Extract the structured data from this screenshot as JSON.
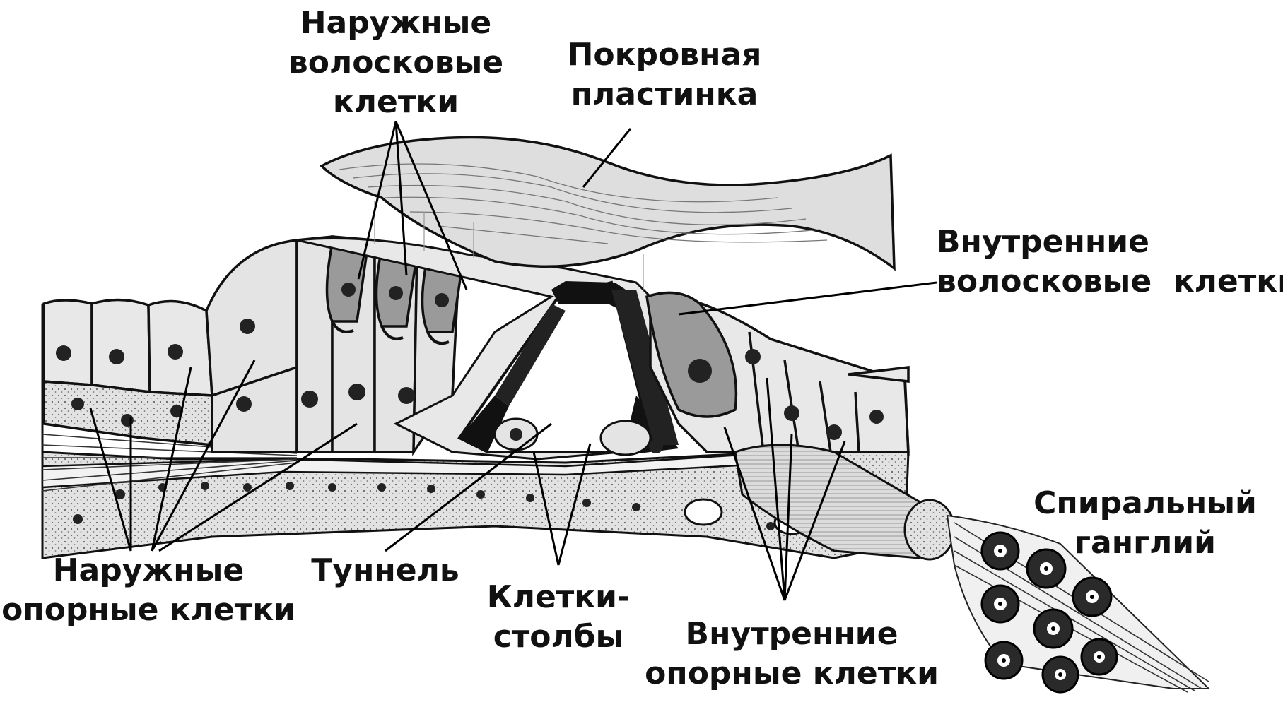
{
  "labels": {
    "outer_hair_cells": [
      "Наружные",
      "волосковые",
      "клетки"
    ],
    "tectorial_membrane": [
      "Покровная",
      "пластинка"
    ],
    "inner_hair_cells": [
      "Внутренние",
      "волосковые  клетки"
    ],
    "spiral_ganglion": [
      "Спиральный",
      "ганглий"
    ],
    "outer_supporting_cells": [
      "Наружные",
      "опорные клетки"
    ],
    "tunnel": [
      "Туннель"
    ],
    "pillar_cells": [
      "Клетки-",
      "столбы"
    ],
    "inner_supporting_cells": [
      "Внутренние",
      "опорные клетки"
    ]
  },
  "colors": {
    "ink": "#111111",
    "cell_light": "#e6e6e6",
    "cell_mid": "#cfcfcf",
    "hair_cell": "#9a9a9a",
    "background": "#ffffff"
  }
}
